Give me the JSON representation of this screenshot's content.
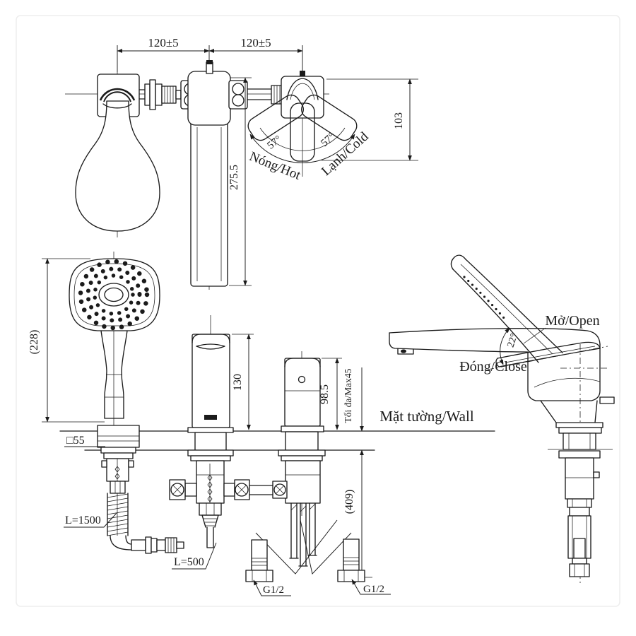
{
  "top_view": {
    "dim_spacing_left": "120±5",
    "dim_spacing_right": "120±5",
    "dim_swing_depth": "103",
    "dim_spout_reach": "275.5",
    "angle_hot": "57°",
    "angle_cold": "57°",
    "label_hot": "Nóng/Hot",
    "label_cold": "Lạnh/Cold"
  },
  "front_view": {
    "dim_handshower_height": "(228)",
    "dim_escutcheon": "□55",
    "dim_spout_height": "130",
    "dim_handle_height": "98.5",
    "dim_counter_thickness": "Tối đa/Max45",
    "label_wall": "Mặt tường/Wall",
    "dim_under_counter": "(409)",
    "label_hose_long": "L=1500",
    "label_hose_short": "L=500",
    "label_thread_left": "G1/2",
    "label_thread_right": "G1/2"
  },
  "side_view": {
    "label_open": "Mở/Open",
    "label_close": "Đóng/Close",
    "angle_open": "22°"
  }
}
